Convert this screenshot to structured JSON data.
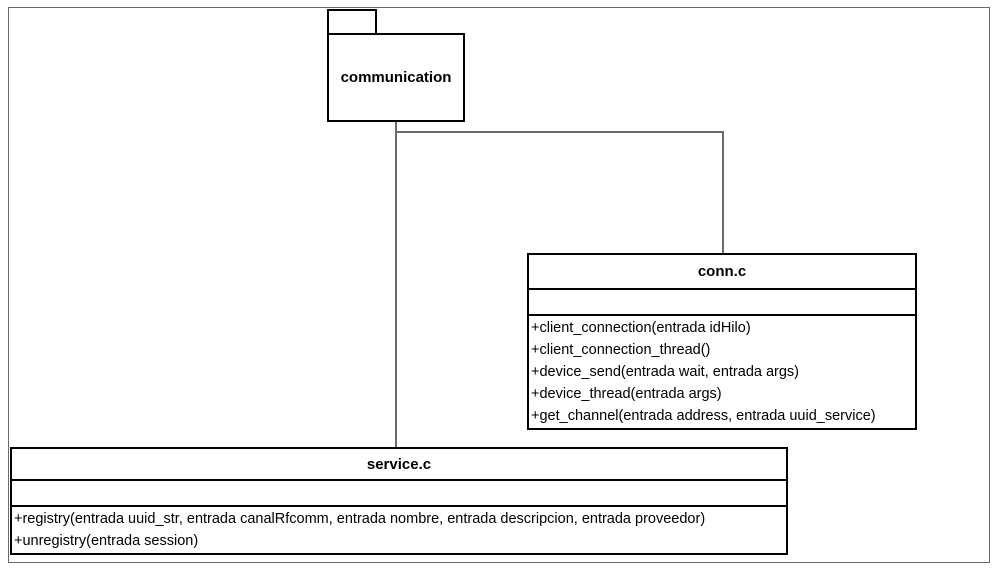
{
  "diagram": {
    "kind": "uml-class-diagram",
    "package": {
      "name": "communication"
    },
    "classes": [
      {
        "id": "conn",
        "name": "conn.c",
        "attributes": [],
        "operations": [
          "+client_connection(entrada idHilo)",
          "+client_connection_thread()",
          "+device_send(entrada wait, entrada args)",
          "+device_thread(entrada args)",
          "+get_channel(entrada address, entrada uuid_service)"
        ]
      },
      {
        "id": "service",
        "name": "service.c",
        "attributes": [],
        "operations": [
          "+registry(entrada uuid_str, entrada canalRfcomm, entrada nombre, entrada descripcion, entrada proveedor)",
          "+unregistry(entrada session)"
        ]
      }
    ],
    "connectors": [
      {
        "from": "communication",
        "to": "conn.c",
        "style": "orthogonal"
      },
      {
        "from": "communication",
        "to": "service.c",
        "style": "orthogonal"
      }
    ],
    "colors": {
      "line": "#000000",
      "connector": "#6b6b6b",
      "frame": "#6b6b6b",
      "background": "#ffffff",
      "text": "#000000"
    }
  }
}
